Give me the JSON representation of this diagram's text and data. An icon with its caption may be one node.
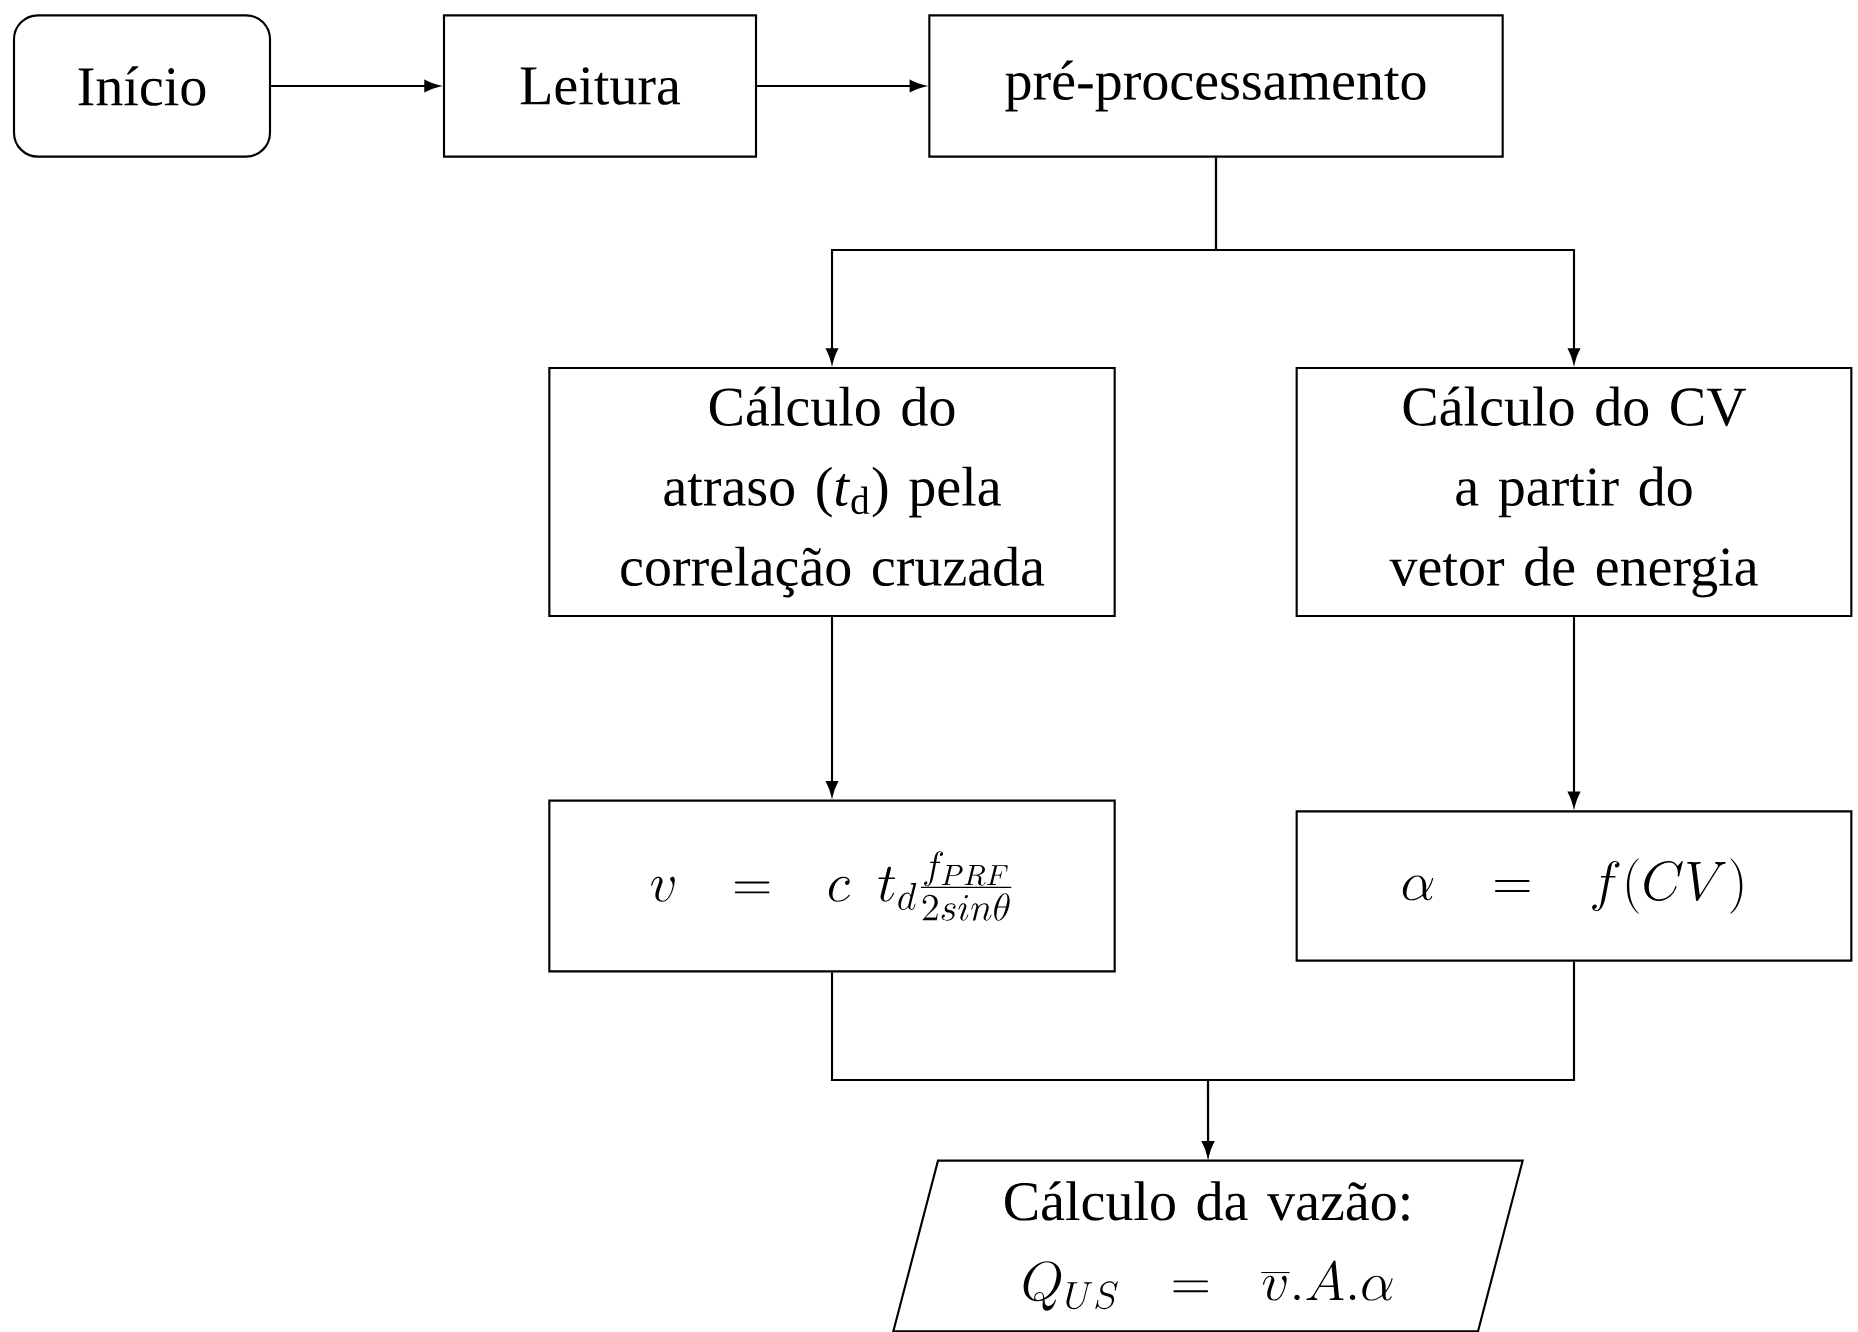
{
  "diagram": {
    "nodes": [
      {
        "text": [
          "Início"
        ]
      },
      {
        "text": [
          "Leitura"
        ]
      },
      {
        "text": [
          "pré-processamento"
        ]
      },
      {
        "text": [
          "Cálculo do atraso (*t*$_{d}$) pela correlação cruzada"
        ]
      },
      {
        "text": [
          "Cálculo do CV a partir do vetor de energia"
        ]
      },
      {
        "text": [
          "v \\;=\\; c\\; t_d\\frac{f_{PRF}}{2sin\\theta}"
        ]
      },
      {
        "text": [
          "\\alpha \\;=\\; f(CV)"
        ]
      },
      {
        "text": [
          "Cálculo da vazão:",
          "Q_{US} \\;=\\; \\overline{v}.A.\\alpha"
        ]
      }
    ],
    "edges": [
      {
        "from": 0,
        "to": 1,
        "arrow": "to"
      },
      {
        "from": 1,
        "to": 2,
        "arrow": "to"
      },
      {
        "from": 2,
        "to": 3,
        "arrow": "to"
      },
      {
        "from": 2,
        "to": 4,
        "arrow": "to"
      },
      {
        "from": 3,
        "to": 5,
        "arrow": "to"
      },
      {
        "from": 4,
        "to": 6,
        "arrow": "to"
      },
      {
        "from": 5,
        "to": 7,
        "arrow": "to"
      },
      {
        "from": 6,
        "to": 7,
        "arrow": "to"
      }
    ]
  }
}
